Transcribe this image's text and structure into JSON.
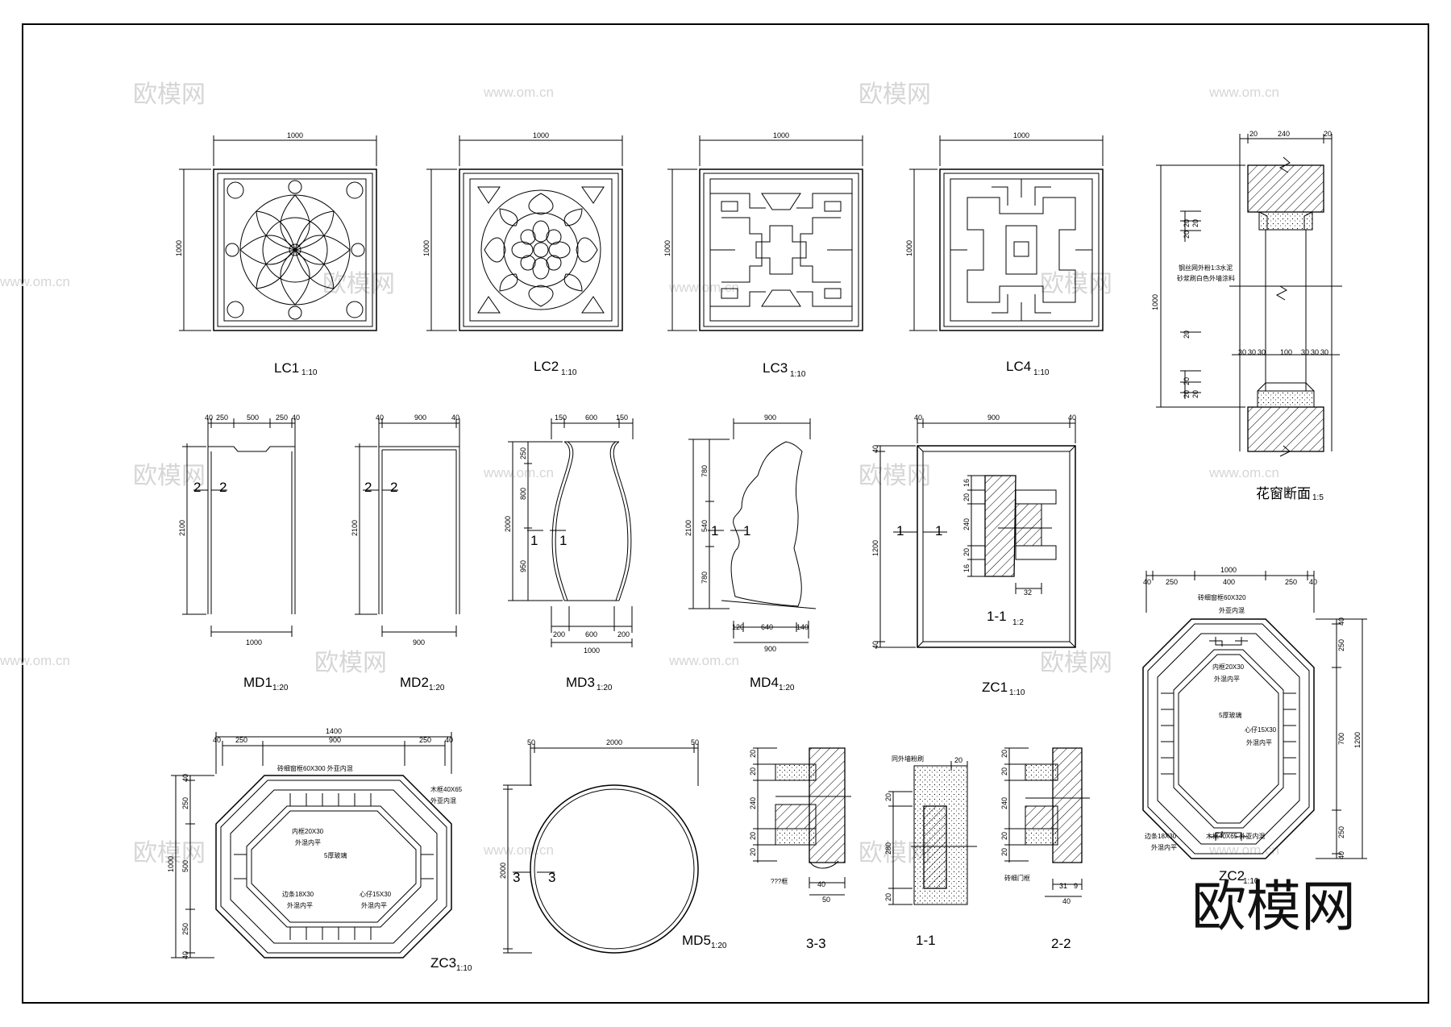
{
  "watermarks": {
    "brand": "欧模网",
    "url": "www.om.cn",
    "big": "欧模网"
  },
  "panels": {
    "LC1": {
      "dim_w": "1000",
      "dim_h": "1000",
      "label": "LC1",
      "scale": "1:10"
    },
    "LC2": {
      "dim_w": "1000",
      "dim_h": "1000",
      "label": "LC2",
      "scale": "1:10"
    },
    "LC3": {
      "dim_w": "1000",
      "dim_h": "1000",
      "label": "LC3",
      "scale": "1:10"
    },
    "LC4": {
      "dim_w": "1000",
      "dim_h": "1000",
      "label": "LC4",
      "scale": "1:10"
    }
  },
  "section": {
    "title": "花窗断面",
    "scale": "1:5",
    "top": [
      "20",
      "240",
      "20"
    ],
    "mid": [
      "30",
      "30",
      "30",
      "100",
      "30",
      "30",
      "30"
    ],
    "height": "1000",
    "note1": "钢丝网外粉1:3水泥",
    "note2": "砂浆刷白色外墙涂料",
    "small": [
      "20",
      "20",
      "20",
      "20",
      "20",
      "20",
      "20"
    ]
  },
  "doors": {
    "MD1": {
      "label": "MD1",
      "scale": "1:20",
      "top": [
        "40",
        "250",
        "500",
        "250",
        "40"
      ],
      "h": "2100",
      "bottom": "1000",
      "sec": "2"
    },
    "MD2": {
      "label": "MD2",
      "scale": "1:20",
      "top": [
        "40",
        "900",
        "40"
      ],
      "h": "2100",
      "bottom": "900",
      "sec": "2"
    },
    "MD3": {
      "label": "MD3",
      "scale": "1:20",
      "top": [
        "150",
        "600",
        "150"
      ],
      "h": [
        "250",
        "800",
        "950"
      ],
      "total": "2000",
      "bottom": [
        "200",
        "600",
        "200"
      ],
      "btotal": "1000",
      "sec": "1"
    },
    "MD4": {
      "label": "MD4",
      "scale": "1:20",
      "top": "900",
      "h": [
        "780",
        "540",
        "780"
      ],
      "total": "2100",
      "bottom": [
        "120",
        "640",
        "140"
      ],
      "btotal": "900",
      "sec": "1"
    },
    "MD5": {
      "label": "MD5",
      "scale": "1:20",
      "top": [
        "50",
        "2000",
        "50"
      ],
      "h": "2000",
      "sec": "3"
    }
  },
  "zc1": {
    "label": "ZC1",
    "scale": "1:10",
    "top": [
      "40",
      "900",
      "40"
    ],
    "h": "1200",
    "hs": [
      "40",
      "40"
    ],
    "sec": "1",
    "detail_label": "1-1",
    "detail_scale": "1:2",
    "detail_dims": [
      "16",
      "20",
      "240",
      "20",
      "16"
    ],
    "detail_w": "32"
  },
  "zc2": {
    "label": "ZC2",
    "scale": "1:10",
    "total": "1000",
    "top": [
      "40",
      "250",
      "400",
      "250",
      "40"
    ],
    "right": [
      "40",
      "250",
      "700",
      "250",
      "40"
    ],
    "rtotal": "1200",
    "n1": "砖细窗框60X320",
    "n2": "外亚内混",
    "n3": "内框20X30",
    "n4": "外混内平",
    "n5": "5厚玻璃",
    "n6": "心仔15X30",
    "n7": "外混内平",
    "n8": "边条18X30",
    "n9": "外混内平",
    "n10": "木框40X65 外亚内混"
  },
  "zc3": {
    "label": "ZC3",
    "scale": "1:10",
    "total": "1400",
    "top": [
      "40",
      "250",
      "900",
      "250",
      "40"
    ],
    "left": [
      "40",
      "250",
      "500",
      "250",
      "40"
    ],
    "ltotal": "1000",
    "n1": "砖细窗框60X300 外亚内混",
    "n2": "木框40X65",
    "n3": "外亚内混",
    "n4": "内框20X30",
    "n5": "外混内平",
    "n6": "5厚玻璃",
    "n7": "边条18X30",
    "n8": "外混内平",
    "n9": "心仔15X30",
    "n10": "外混内平"
  },
  "details": {
    "d33": {
      "label": "3-3",
      "dims": [
        "20",
        "20",
        "240",
        "20",
        "20"
      ],
      "bottom": [
        "40",
        "50"
      ],
      "note": "???框"
    },
    "d11": {
      "label": "1-1",
      "dims": [
        "20",
        "280",
        "20"
      ],
      "top": "20",
      "note": "同外墙粉刷"
    },
    "d22": {
      "label": "2-2",
      "dims": [
        "20",
        "20",
        "240",
        "20",
        "20"
      ],
      "bottom": [
        "31",
        "9",
        "40"
      ],
      "note": "砖细门框"
    }
  }
}
